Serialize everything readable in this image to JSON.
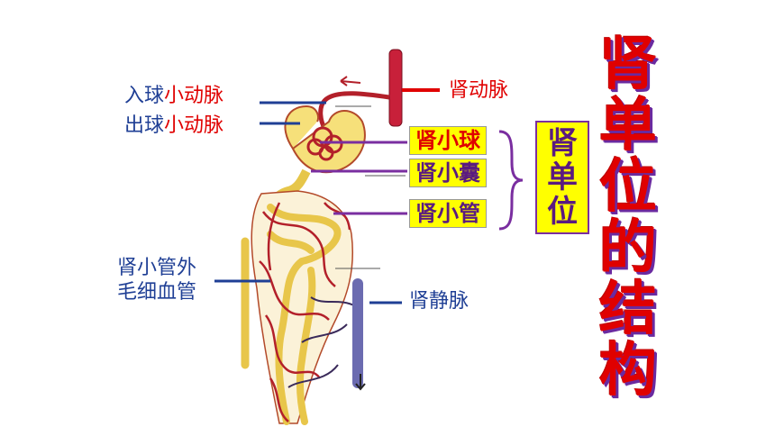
{
  "labels": {
    "afferent_prefix": "入球",
    "afferent_suffix": "小动脉",
    "efferent_prefix": "出球",
    "efferent_suffix": "小动脉",
    "renal_artery": "肾动脉",
    "peritubular_1": "肾小管外",
    "peritubular_2": "毛细血管",
    "renal_vein": "肾静脉"
  },
  "parts": [
    "肾小球",
    "肾小囊",
    "肾小管"
  ],
  "group_label": [
    "肾",
    "单",
    "位"
  ],
  "title_chars": [
    "肾",
    "单",
    "位",
    "的",
    "结",
    "构"
  ],
  "colors": {
    "red": "#e00000",
    "blue": "#1f3f95",
    "purple": "#7a2ea0",
    "yellow": "#ffff00"
  }
}
